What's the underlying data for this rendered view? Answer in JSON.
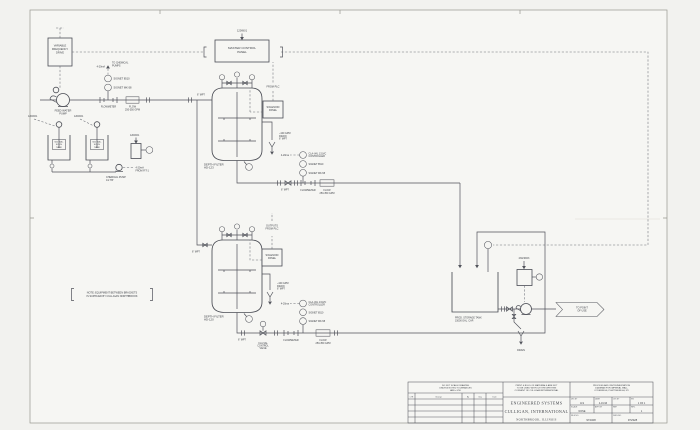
{
  "drawing": {
    "top": {
      "vfd": "VARIABLE\nFREQUENCY\nDRIVE",
      "mcp": "MASTER CONTROL\nPANEL",
      "mcp_power": "120/60/1"
    },
    "feed": {
      "pump": "FEED WATER\nPUMP",
      "signal": "4-20mA",
      "to_chem": "TO CHEMICAL\nPUMPS",
      "signet_a": "SIGNET 8510",
      "signet_b": "SIGNET MK-58",
      "flowmeter": "FLOWMETER",
      "flow": "FLOW\n250-350 GPM"
    },
    "chem": {
      "power_a": "120/60/1",
      "power_b": "120/60/1",
      "power_c": "120/60/1",
      "tank_a": "500 GAL.\nSOLN.\nTANK",
      "tank_b": "500 GAL.\nSOLN.\nTANK",
      "pump": "CHEMICAL PUMP\n1/2 HP",
      "signal": "4-20mA\nFROM FIT-1"
    },
    "filter1": {
      "name": "DEPTH FILTER\nHD-123",
      "inlet": "6\" MPT",
      "outlet": "6\" MPT",
      "drain": "~100 GPM\nDRAIN\n6\" MPT",
      "plc": "FROM PLC",
      "solenoid": "SOLENOID\nPANEL",
      "controller": "CLA-VAL 131VC\nCONTROLLER",
      "signet_a": "SIGNET 8510",
      "signet_b": "SIGNET MK-58",
      "signal": "4-20ma",
      "flowmeter": "FLOWMETER",
      "flow": "FLOW\n250-350 GPM"
    },
    "filter2": {
      "name": "DEPTH FILTER\nHD-120",
      "inlet": "6\" MPT",
      "outlet": "6\" MPT",
      "drain": "~100 GPM\nDRAIN\n6\" MPT",
      "plc": "OUTPUTS\nFROM PLC",
      "solenoid": "SOLENOID\nPANEL",
      "valve": "CLA-VAL\nCONTROL\nVALVE",
      "controller": "CLA-VAL 131VC\nCONTROLLER",
      "signet_a": "SIGNET 8510",
      "signet_b": "SIGNET MK-58",
      "signal": "4-20ma",
      "flowmeter": "FLOWMETER",
      "flow": "FLOW\n250-350 GPM"
    },
    "tank": {
      "label": "PROD. STORAGE TANK\n15000 GAL. CAP.",
      "power": "230/460/3",
      "flag": "TO POINT\nOF USE",
      "drain": "DRAIN"
    },
    "note": "NOTE: EQUIPMENT BETWEEN BRACKETS\nIS SUPPLIED BY CULLIGAN NORTHBROOK"
  },
  "titleblock": {
    "no_scale": "DO NOT SCALE DRAWING\nUNLESS NOTED TOLERANCES\nARE ±1/16",
    "rev_headers": [
      "LTR",
      "Change",
      "By",
      "Chg",
      "Date"
    ],
    "disclaimer": "PRINT & BILLS OF MATERIALS ARE NOT\nTO BE USED WITHOUT THE WRITTEN\nCONSENT OF CULLIGAN INTERNATIONAL",
    "company1": "ENGINEERED SYSTEMS",
    "company2": "CULLIGAN, INTERNATIONAL",
    "company3": "NORTHBROOK, ILLINOIS",
    "project": "PROCESS AND INSTRUMENTATION\nDIAGRAM FOR IMPERIAL WALL\nCOVERINGS, PLATTSBURGH, NY",
    "dr_by_label": "DR. BY",
    "dr_by": "JLS",
    "date_label": "DATE",
    "date": "4-16-93",
    "ch_by_label": "CH. BY",
    "ch_by": "",
    "sh_label": "SH.",
    "sh": "1 OF 1",
    "scale_label": "SCALE",
    "scale": "NONE",
    "app_by_label": "APP. BY",
    "app_by": "",
    "ref_label": "REF.",
    "ref": "",
    "rev_label": "REV.",
    "rev": "1",
    "file_label": "FILE NO.",
    "file_no": "972328",
    "dwg_label": "DWG NO.",
    "dwg_no": "972328"
  }
}
